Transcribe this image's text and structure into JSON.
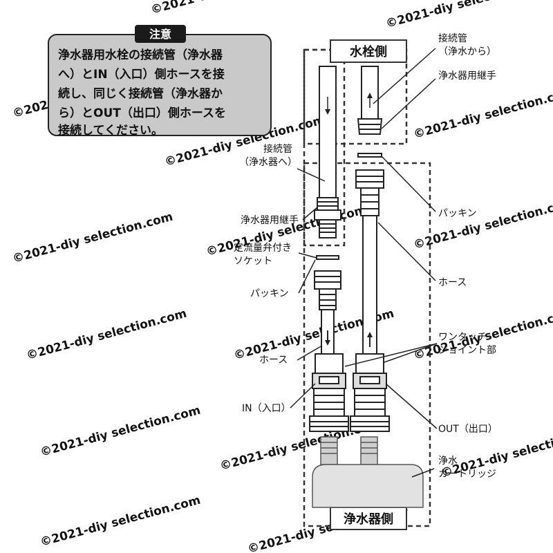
{
  "notice": {
    "badge": "注意",
    "lines": [
      "浄水器用水栓の接続管（浄水器",
      "へ）とIN（入口）側ホースを接",
      "続し、同じく接続管（浄水器か",
      "ら）とOUT（出口）側ホースを",
      "接続してください。"
    ]
  },
  "sections": {
    "faucet_side": "水栓側",
    "purifier_side": "浄水器側"
  },
  "labels": {
    "pipe_from_purifier": [
      "接続管",
      "（浄水から）"
    ],
    "purifier_joint_right": "浄水器用継手",
    "pipe_to_purifier": [
      "接続管",
      "（浄水器へ）"
    ],
    "purifier_joint_left": "浄水器用継手",
    "flow_valve_socket": [
      "定流量弁付き",
      "ソケット"
    ],
    "packing_left": "パッキン",
    "packing_right": "パッキン",
    "hose_right": "ホース",
    "hose_left": "ホース",
    "one_touch_joint": [
      "ワンタッチ",
      "ジョイント部"
    ],
    "in_label": "IN（入口）",
    "out_label": "OUT（出口）",
    "cartridge": [
      "浄水",
      "カートリッジ"
    ]
  },
  "watermark": "©2021-diy selection.com"
}
